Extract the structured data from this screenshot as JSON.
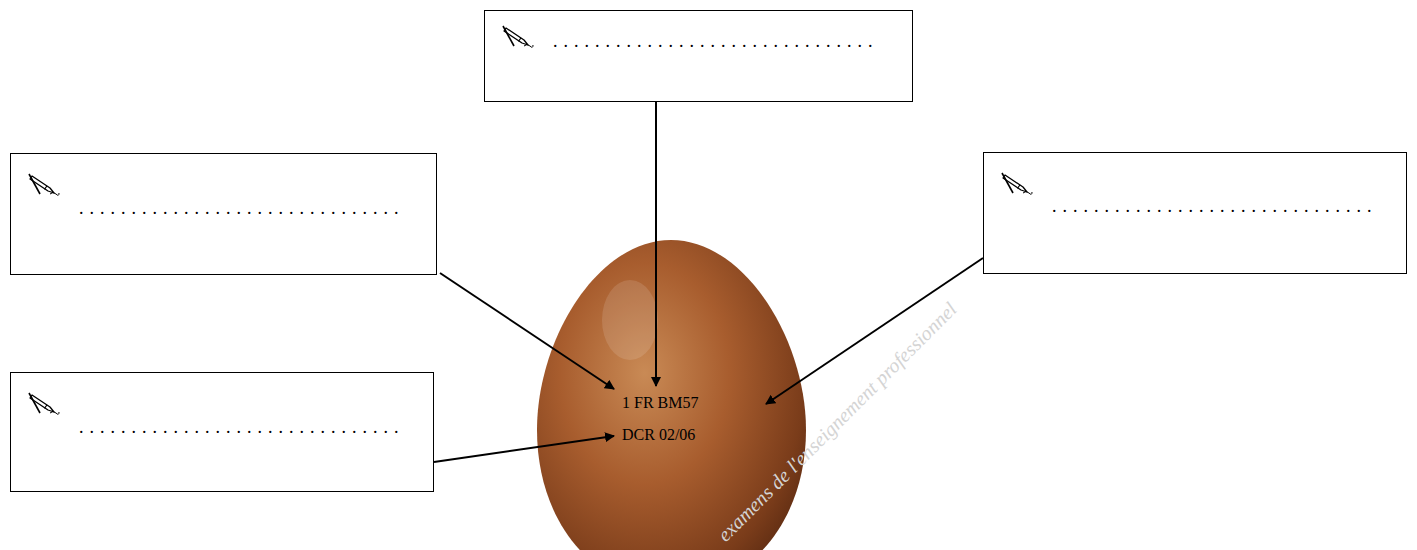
{
  "diagram": {
    "nodes": [
      {
        "text": [
          "..............................."
        ]
      },
      {
        "text": [
          "..............................."
        ]
      },
      {
        "text": [
          "..............................."
        ]
      },
      {
        "text": [
          "..............................."
        ]
      }
    ],
    "labels": [
      "1 FR BM57",
      "DCR 02/06",
      "examens de l'enseignement professionnel"
    ]
  }
}
